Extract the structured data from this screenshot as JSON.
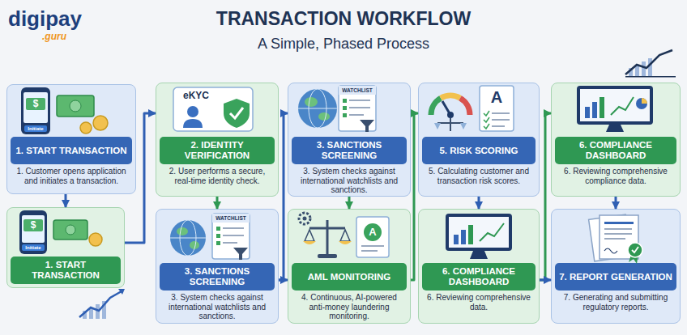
{
  "diagram": {
    "title": "TRANSACTION WORKFLOW",
    "nodes": [
      {
        "text": [
          "1. START TRANSACTION",
          "1. Customer opens application and initiates a transaction."
        ]
      },
      {
        "text": [
          "2. IDENTITY VERIFICATION",
          "2. User performs a secure, real-time identity check."
        ]
      },
      {
        "text": [
          "3. SANCTIONS SCREENING",
          "3. System checks against international watchlists and sanctions."
        ]
      },
      {
        "text": [
          "5. RISK SCORING",
          "5. Calculating customer and transaction risk scores."
        ]
      },
      {
        "text": [
          "6. COMPLIANCE DASHBOARD",
          "6. Reviewing comprehensive compliance data."
        ]
      },
      {
        "text": [
          "1. START TRANSACTION"
        ]
      },
      {
        "text": [
          "3. SANCTIONS SCREENING",
          "3. System checks against international watchlists and sanctions."
        ]
      },
      {
        "text": [
          "AML MONITORING",
          "4. Continuous, AI-powered anti-money laundering monitoring."
        ]
      },
      {
        "text": [
          "6. COMPLIANCE DASHBOARD",
          "6. Reviewing comprehensive data."
        ]
      },
      {
        "text": [
          "7. REPORT GENERATION",
          "7. Generating and submitting regulatory reports."
        ]
      }
    ],
    "edges": [
      {
        "from": 0,
        "to": 5,
        "arrow": "to"
      },
      {
        "from": 5,
        "to": 1,
        "arrow": "to"
      },
      {
        "from": 1,
        "to": 6,
        "arrow": "to"
      },
      {
        "from": 6,
        "to": 2,
        "arrow": "to"
      },
      {
        "from": 6,
        "to": 7,
        "arrow": "to"
      },
      {
        "from": 2,
        "to": 7,
        "arrow": "to"
      },
      {
        "from": 7,
        "to": 3,
        "arrow": "to"
      },
      {
        "from": 3,
        "to": 8,
        "arrow": "to"
      },
      {
        "from": 8,
        "to": 4,
        "arrow": "to"
      },
      {
        "from": 4,
        "to": 9,
        "arrow": "to"
      },
      {
        "from": 8,
        "to": 9,
        "arrow": "to"
      }
    ],
    "labels": [
      "digipay",
      ".guru",
      "A Simple, Phased Process",
      "$",
      "Initiate",
      "eKYC",
      "WATCHLIST",
      "A",
      "$",
      "Initiate",
      "WATCHLIST",
      "A"
    ]
  }
}
